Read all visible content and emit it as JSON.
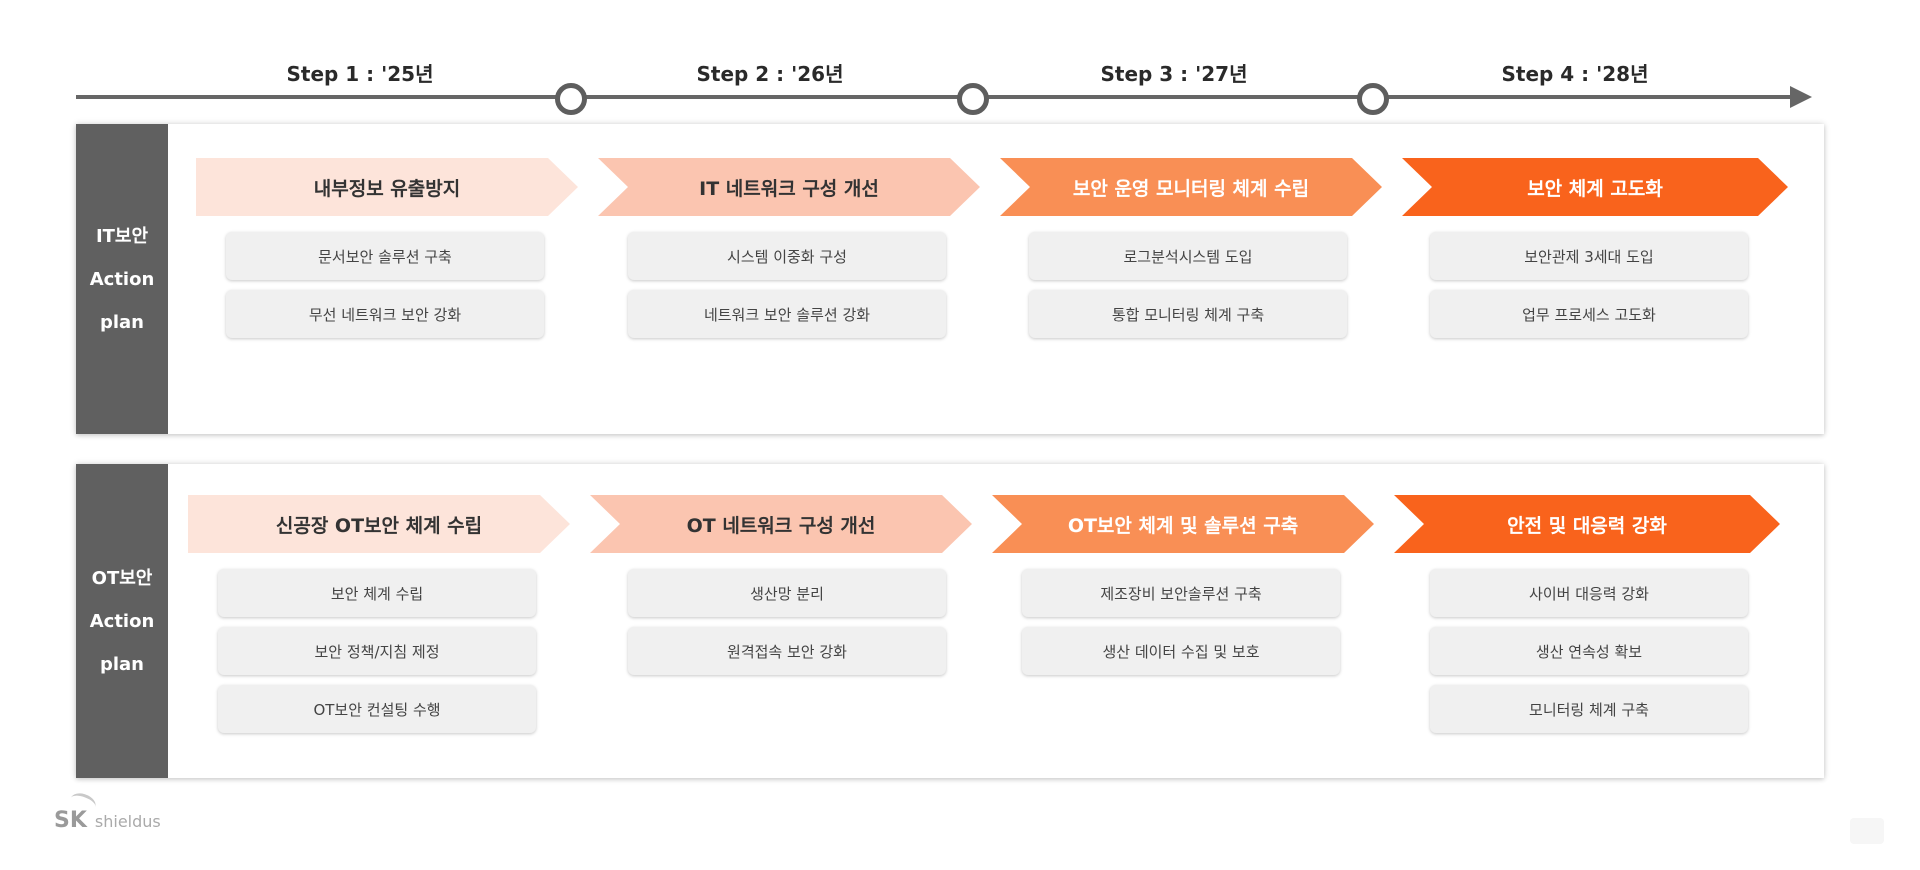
{
  "timeline": {
    "steps": [
      "Step 1 : '25년",
      "Step 2 : '26년",
      "Step 3 : '27년",
      "Step 4 : '28년"
    ]
  },
  "it_plan": {
    "side_label": [
      "IT보안",
      "Action",
      "plan"
    ],
    "stages": [
      {
        "title": "내부정보 유출방지",
        "items": [
          "문서보안 솔루션 구축",
          "무선 네트워크 보안 강화"
        ]
      },
      {
        "title": "IT 네트워크 구성 개선",
        "items": [
          "시스템 이중화 구성",
          "네트워크 보안 솔루션 강화"
        ]
      },
      {
        "title": "보안 운영 모니터링 체계 수립",
        "items": [
          "로그분석시스템 도입",
          "통합 모니터링 체계 구축"
        ]
      },
      {
        "title": "보안 체계 고도화",
        "items": [
          "보안관제 3세대 도입",
          "업무 프로세스 고도화"
        ]
      }
    ]
  },
  "ot_plan": {
    "side_label": [
      "OT보안",
      "Action",
      "plan"
    ],
    "stages": [
      {
        "title": "신공장 OT보안 체계 수립",
        "items": [
          "보안 체계 수립",
          "보안 정책/지침 제정",
          "OT보안 컨설팅 수행"
        ]
      },
      {
        "title": "OT 네트워크 구성 개선",
        "items": [
          "생산망 분리",
          "원격접속 보안 강화"
        ]
      },
      {
        "title": "OT보안 체계 및 솔루션 구축",
        "items": [
          "제조장비 보안솔루션 구축",
          "생산 데이터 수집 및 보호"
        ]
      },
      {
        "title": "안전 및 대응력 강화",
        "items": [
          "사이버 대응력 강화",
          "생산 연속성 확보",
          "모니터링 체계 구축"
        ]
      }
    ]
  },
  "logo": {
    "brand": "SK",
    "sub": "shieldus"
  },
  "colors": {
    "stage1": "#fde4da",
    "stage2": "#fbc5b0",
    "stage3": "#f98f55",
    "stage4": "#f9631c",
    "side": "#606060"
  }
}
